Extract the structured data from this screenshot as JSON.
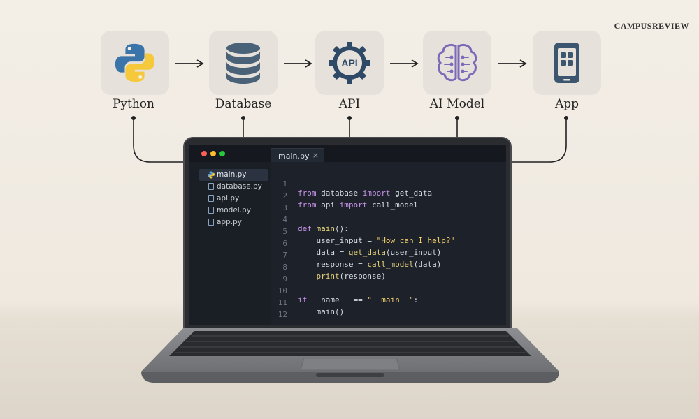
{
  "brand": "CAMPUSREVIEW",
  "pipeline": [
    {
      "label": "Python",
      "icon": "python-logo-icon"
    },
    {
      "label": "Database",
      "icon": "database-icon"
    },
    {
      "label": "API",
      "icon": "api-gear-icon",
      "icon_text": "API"
    },
    {
      "label": "AI Model",
      "icon": "brain-icon"
    },
    {
      "label": "App",
      "icon": "mobile-app-icon"
    }
  ],
  "editor": {
    "tab_title": "main.py",
    "tab_close": "×",
    "files": [
      "main.py",
      "database.py",
      "api.py",
      "model.py",
      "app.py"
    ],
    "active_file": "main.py",
    "line_numbers": [
      "1",
      "2",
      "3",
      "4",
      "5",
      "6",
      "7",
      "8",
      "9",
      "10",
      "11",
      "12"
    ],
    "code": {
      "l1": {
        "kw1": "from",
        "t1": " database ",
        "kw2": "import",
        "t2": " get_data"
      },
      "l2": {
        "kw1": "from",
        "t1": " api ",
        "kw2": "import",
        "t2": " call_model"
      },
      "l4": {
        "kw1": "def",
        "fn": " main",
        "t1": "():"
      },
      "l5": {
        "t1": "    user_input = ",
        "str": "\"How can I help?\""
      },
      "l6": {
        "t1": "    data = ",
        "fn": "get_data",
        "t2": "(user_input)"
      },
      "l7": {
        "t1": "    response = ",
        "fn": "call_model",
        "t2": "(data)"
      },
      "l8": {
        "bi": "    print",
        "t1": "(response)"
      },
      "l10": {
        "kw1": "if",
        "t1": " __name__ == ",
        "str": "\"__main__\"",
        "t2": ":"
      },
      "l11": {
        "t1": "    main()"
      }
    }
  },
  "colors": {
    "python_blue": "#3a74a8",
    "python_yellow": "#f5c93b",
    "database": "#4a6278",
    "api": "#2f4a66",
    "brain": "#7a6ab8",
    "app": "#3c5670"
  }
}
